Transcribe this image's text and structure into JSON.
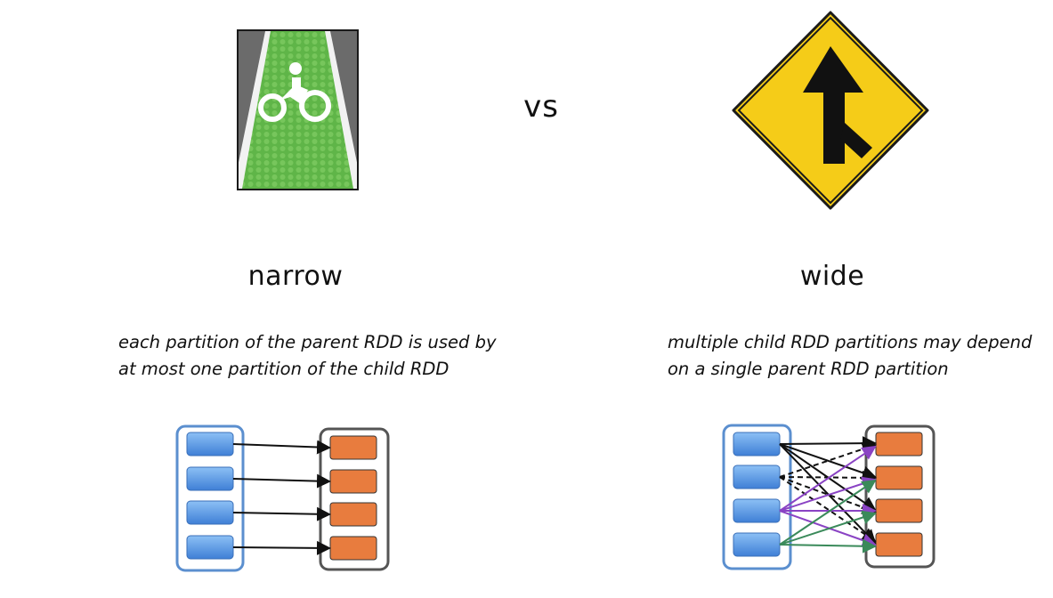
{
  "vs_label": "vs",
  "narrow": {
    "heading": "narrow",
    "description_line1": "each partition of the parent RDD is used by",
    "description_line2": "at most one partition of the child RDD"
  },
  "wide": {
    "heading": "wide",
    "description_line1": "multiple child RDD partitions may depend",
    "description_line2": "on a single parent RDD partition"
  },
  "colors": {
    "parent_border": "#5b8fcf",
    "parent_partition": "#5e9be6",
    "child_border": "#555555",
    "child_partition": "#e87c3e",
    "arrow_black": "#111111",
    "arrow_purple": "#8a43c4",
    "arrow_green": "#3a8a5a",
    "sign_yellow": "#f5cc18",
    "bike_lane_green": "#5fb548"
  },
  "icons": [
    "bike-lane-photo",
    "merge-sign-icon"
  ]
}
